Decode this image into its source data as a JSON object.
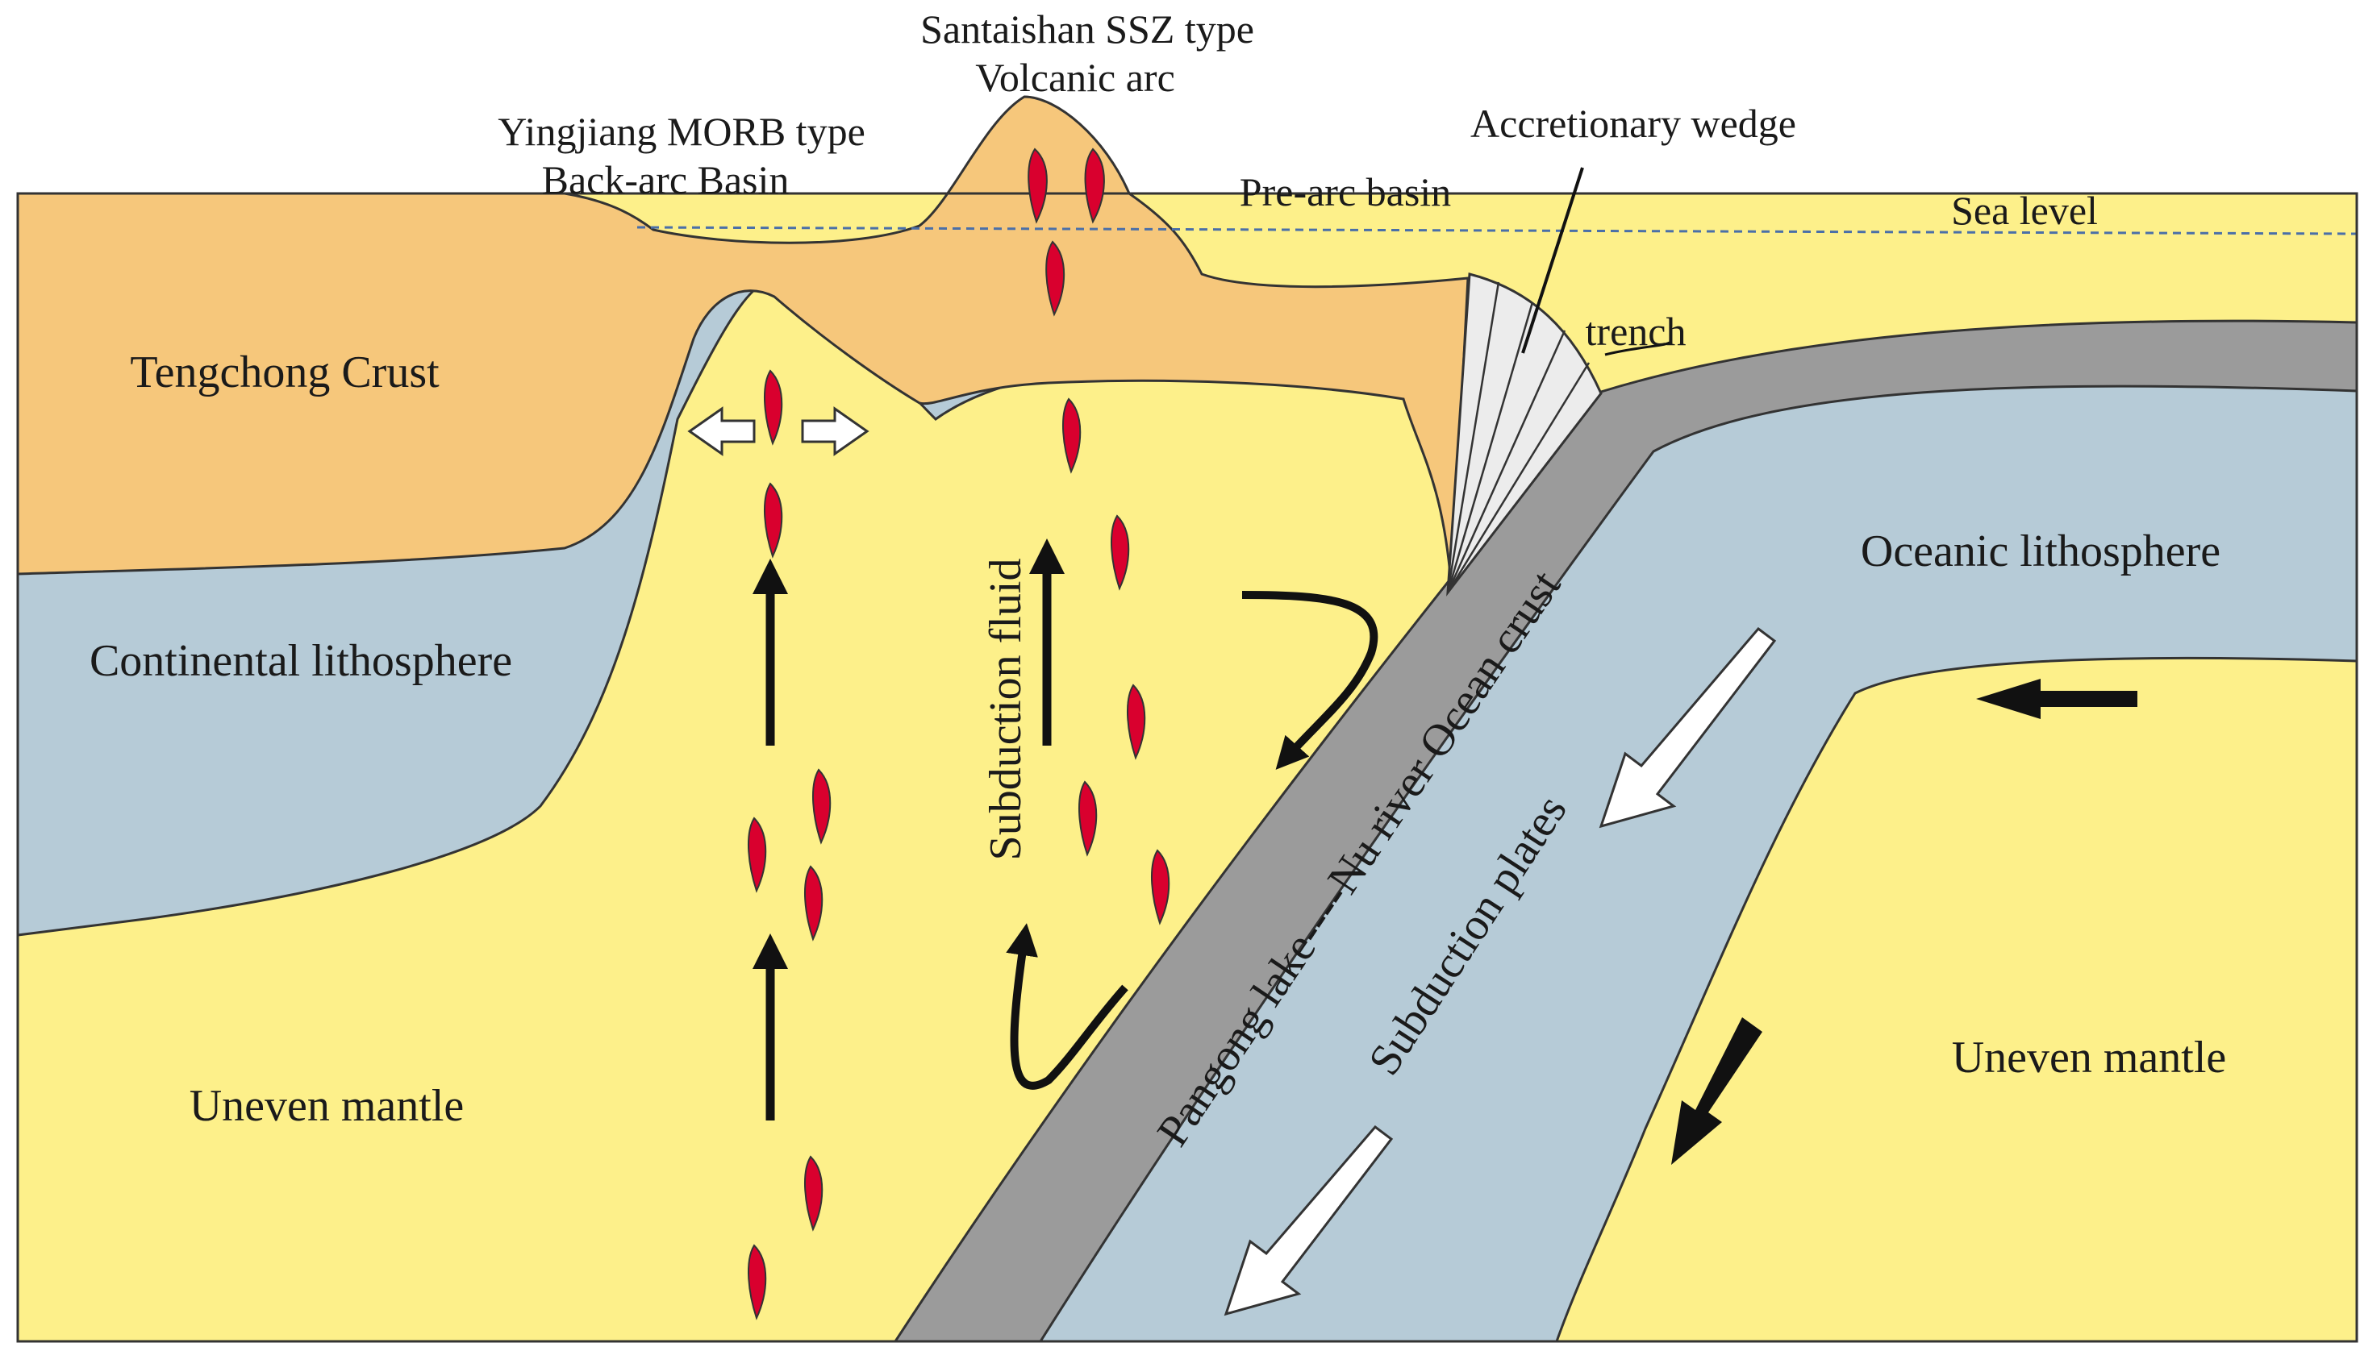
{
  "labels": {
    "volcanic_arc_line1": "Santaishan SSZ type",
    "volcanic_arc_line2": "Volcanic arc",
    "back_arc_line1": "Yingjiang MORB type",
    "back_arc_line2": "Back-arc Basin",
    "accretionary_wedge": "Accretionary wedge",
    "pre_arc_basin": "Pre-arc basin",
    "sea_level": "Sea level",
    "trench": "trench",
    "tengchong_crust": "Tengchong Crust",
    "continental_lithosphere": "Continental lithosphere",
    "oceanic_lithosphere": "Oceanic lithosphere",
    "subduction_fluid": "Subduction fluid",
    "ocean_crust": "Pangong lake----Nu river Ocean crust",
    "subduction_plates": "Subduction plates",
    "uneven_mantle_left": "Uneven mantle",
    "uneven_mantle_right": "Uneven mantle"
  },
  "colors": {
    "crust": "#f6c77b",
    "lithosphere": "#b6cbd7",
    "mantle": "#fdf08a",
    "ocean_crust": "#9b9b9b",
    "wedge": "#ececec",
    "magma": "#d9002e",
    "arrow": "#111111",
    "sea_level": "#4a6fa8"
  },
  "icons": [
    "magma-drop-icon",
    "arrow-up-icon",
    "hollow-arrow-icon",
    "solid-arrow-icon",
    "curved-flow-arrow-icon"
  ]
}
